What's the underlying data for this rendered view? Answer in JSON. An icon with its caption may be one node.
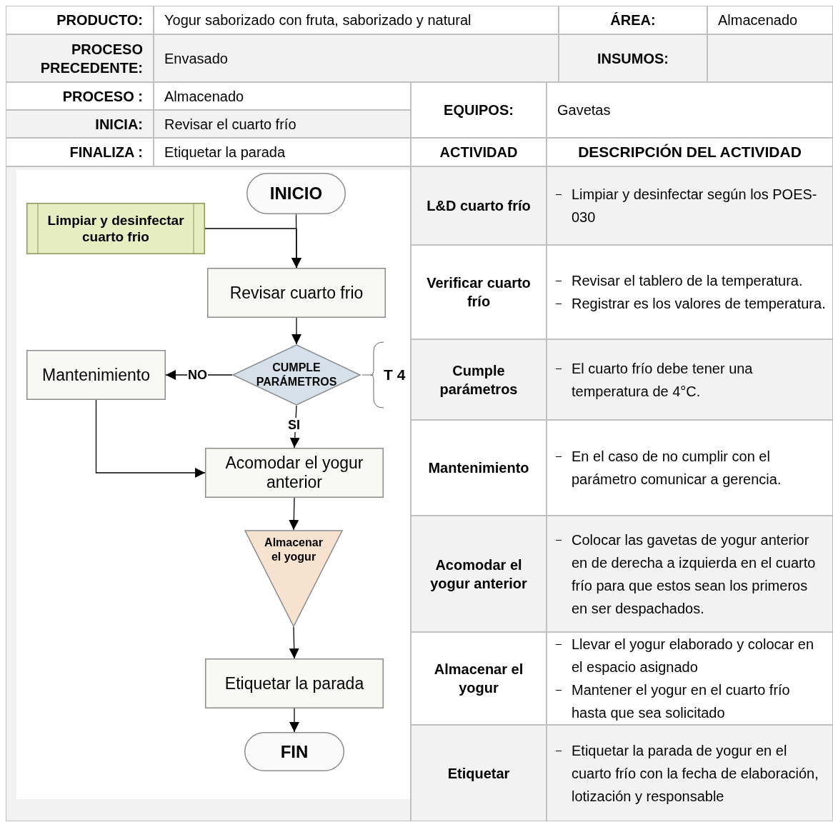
{
  "diagram": {
    "nodes": [
      {
        "text": [
          "INICIO"
        ]
      },
      {
        "text": [
          "Limpiar y desinfectar cuarto frio"
        ]
      },
      {
        "text": [
          "Revisar cuarto frio"
        ]
      },
      {
        "text": [
          "CUMPLE PARÁMETROS"
        ],
        "beside": [
          "T 4"
        ]
      },
      {
        "text": [
          "Mantenimiento"
        ]
      },
      {
        "text": [
          "Acomodar el yogur anterior"
        ]
      },
      {
        "text": [
          "Almacenar el yogur"
        ]
      },
      {
        "text": [
          "Etiquetar la parada"
        ]
      },
      {
        "text": [
          "FIN"
        ]
      }
    ],
    "edges": [
      {
        "from": 0,
        "to": 2,
        "arrow": "to"
      },
      {
        "from": 1,
        "to": 2,
        "arrow": "to"
      },
      {
        "from": 2,
        "to": 3,
        "arrow": "to"
      },
      {
        "from": 3,
        "to": 4,
        "arrow": "to",
        "label": "NO"
      },
      {
        "from": 3,
        "to": 5,
        "arrow": "to",
        "label": "SI"
      },
      {
        "from": 4,
        "to": 5,
        "arrow": "to"
      },
      {
        "from": 5,
        "to": 6,
        "arrow": "to"
      },
      {
        "from": 6,
        "to": 7,
        "arrow": "to"
      },
      {
        "from": 7,
        "to": 8,
        "arrow": "to"
      }
    ],
    "labels": [
      "PRODUCTO:",
      "Yogur saborizado con fruta, saborizado y natural",
      "ÁREA:",
      "Almacenado",
      "PROCESO PRECEDENTE:",
      "Envasado",
      "INSUMOS:",
      "PROCESO :",
      "Almacenado",
      "EQUIPOS:",
      "Gavetas",
      "INICIA:",
      "Revisar el cuarto frío",
      "FINALIZA :",
      "Etiquetar la parada",
      "ACTIVIDAD",
      "DESCRIPCIÓN DEL ACTIVIDAD",
      "L&D cuarto frío",
      "Limpiar y desinfectar según los POES-030",
      "Verificar cuarto frío",
      "Revisar el tablero de la temperatura.",
      "Registrar es los valores de temperatura.",
      "Cumple parámetros",
      "El cuarto frío debe tener una temperatura de 4°C.",
      "Mantenimiento",
      "En el caso de no cumplir con el parámetro comunicar a gerencia.",
      "Acomodar el yogur anterior",
      "Colocar las gavetas de yogur anterior en de derecha a izquierda en el cuarto frío para que estos sean los primeros en ser despachados.",
      "Almacenar el yogur",
      "Llevar el yogur elaborado y colocar en el espacio asignado",
      "Mantener el yogur en el cuarto frío hasta que sea solicitado",
      "Etiquetar",
      "Etiquetar la parada de yogur en el cuarto frío con la fecha de elaboración, lotización y responsable"
    ]
  }
}
